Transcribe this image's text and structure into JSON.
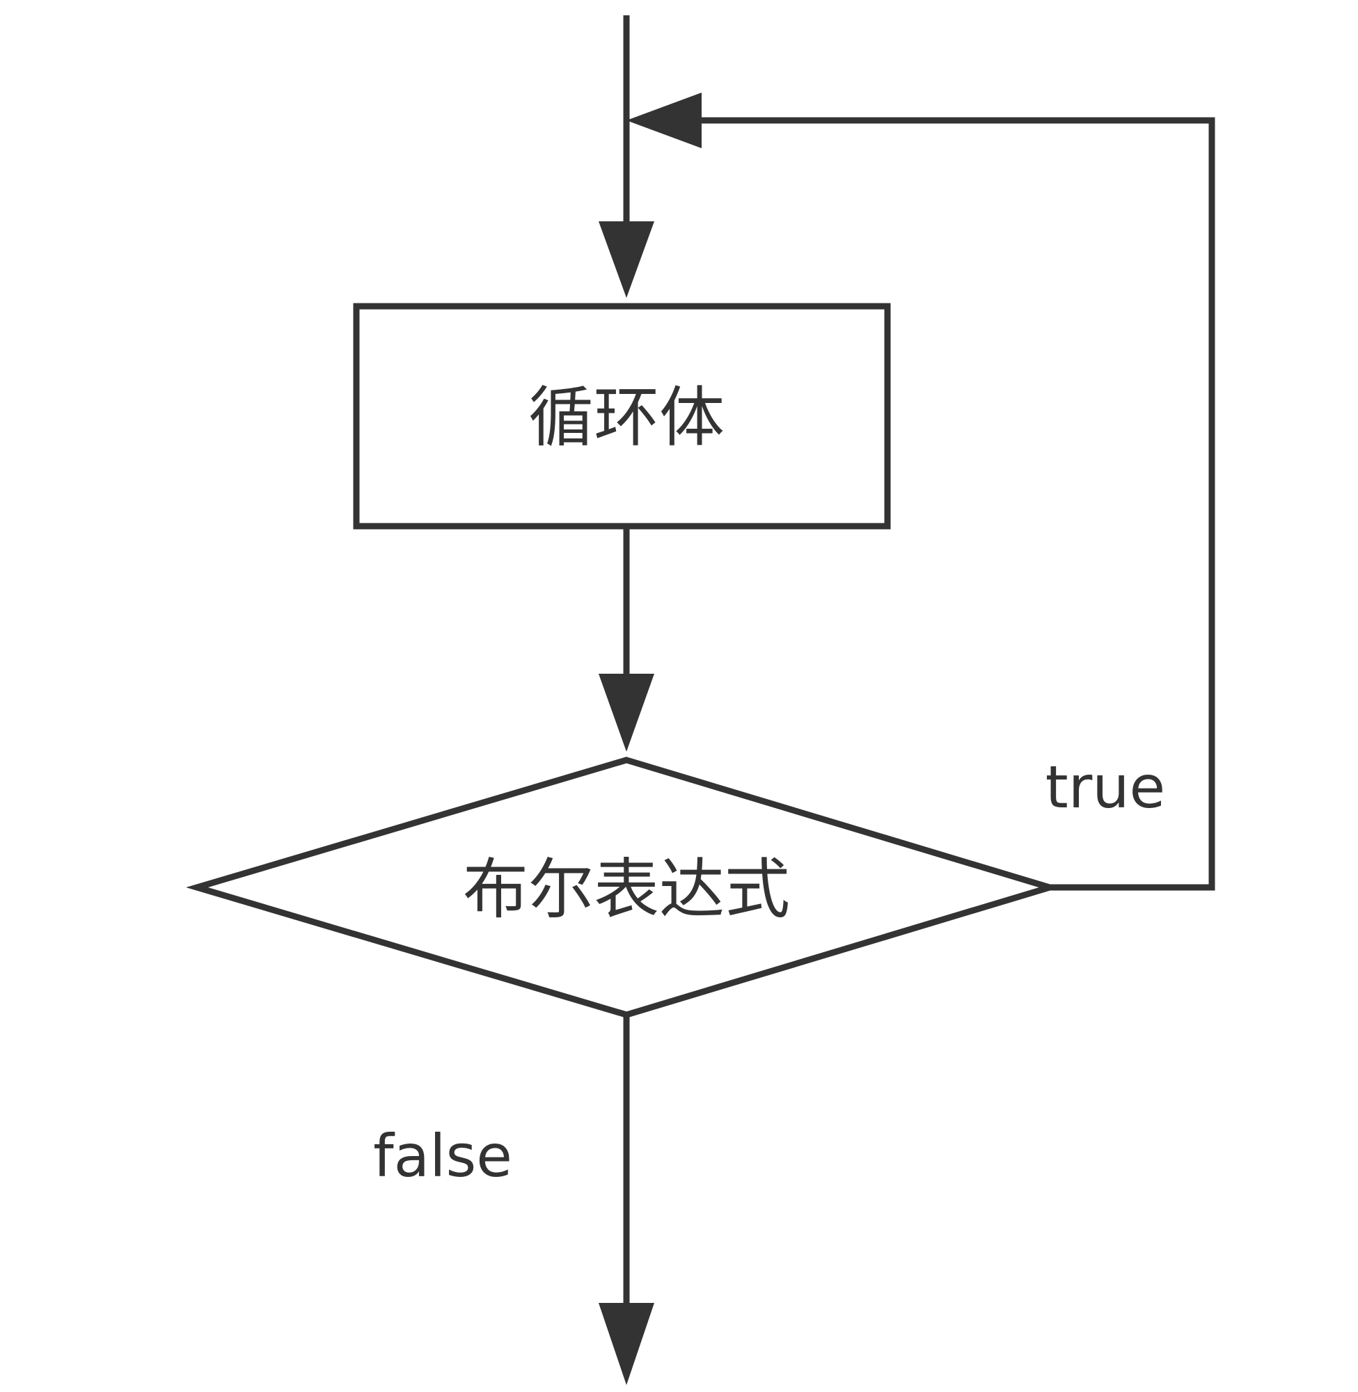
{
  "diagram": {
    "type": "flowchart",
    "description_visible": false,
    "nodes": [
      {
        "id": "loop-body",
        "shape": "rectangle",
        "label": "循环体"
      },
      {
        "id": "bool-expr",
        "shape": "diamond",
        "label": "布尔表达式"
      }
    ],
    "edges": [
      {
        "from": "entry",
        "to": "loop-body",
        "label": ""
      },
      {
        "from": "loop-body",
        "to": "bool-expr",
        "label": ""
      },
      {
        "from": "bool-expr",
        "to": "loop-body",
        "label": "true"
      },
      {
        "from": "bool-expr",
        "to": "exit",
        "label": "false"
      }
    ],
    "colors": {
      "stroke": "#333333",
      "background": "#ffffff"
    }
  }
}
